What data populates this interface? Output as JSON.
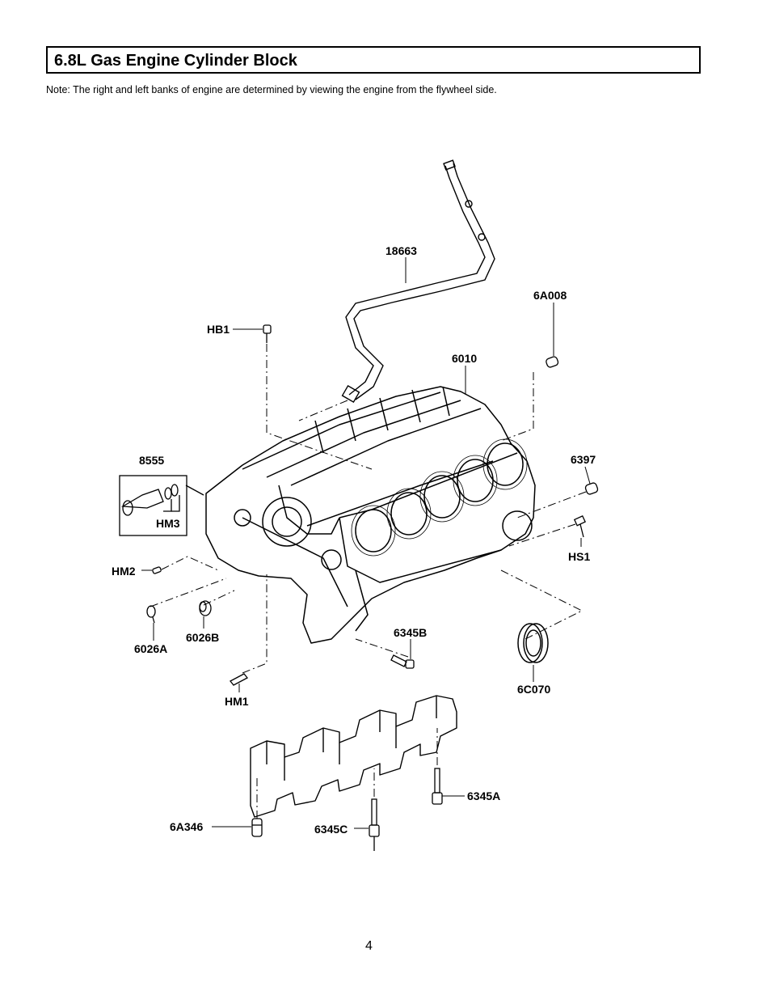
{
  "title": "6.8L Gas Engine Cylinder Block",
  "note": "Note: The right and left banks of engine are determined by viewing the engine from the flywheel side.",
  "labels": {
    "p18663": "18663",
    "p6A008": "6A008",
    "pHB1": "HB1",
    "p6010": "6010",
    "p8555": "8555",
    "p6397": "6397",
    "pHM3": "HM3",
    "pHS1": "HS1",
    "pHM2": "HM2",
    "p6026A": "6026A",
    "p6026B": "6026B",
    "p6345B": "6345B",
    "p6C070": "6C070",
    "pHM1": "HM1",
    "p6345A": "6345A",
    "p6A346": "6A346",
    "p6345C": "6345C"
  },
  "page_number": "4"
}
